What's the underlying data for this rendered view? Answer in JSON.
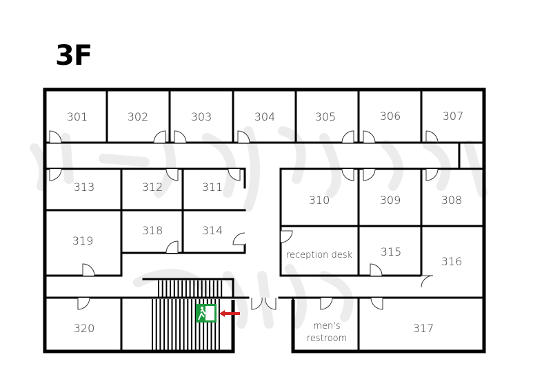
{
  "floor": {
    "title": "3F"
  },
  "rooms": [
    {
      "id": "301",
      "label": "301"
    },
    {
      "id": "302",
      "label": "302"
    },
    {
      "id": "303",
      "label": "303"
    },
    {
      "id": "304",
      "label": "304"
    },
    {
      "id": "305",
      "label": "305"
    },
    {
      "id": "306",
      "label": "306"
    },
    {
      "id": "307",
      "label": "307"
    },
    {
      "id": "308",
      "label": "308"
    },
    {
      "id": "309",
      "label": "309"
    },
    {
      "id": "310",
      "label": "310"
    },
    {
      "id": "311",
      "label": "311"
    },
    {
      "id": "312",
      "label": "312"
    },
    {
      "id": "313",
      "label": "313"
    },
    {
      "id": "314",
      "label": "314"
    },
    {
      "id": "315",
      "label": "315"
    },
    {
      "id": "316",
      "label": "316"
    },
    {
      "id": "317",
      "label": "317"
    },
    {
      "id": "318",
      "label": "318"
    },
    {
      "id": "319",
      "label": "319"
    },
    {
      "id": "320",
      "label": "320"
    }
  ],
  "special_rooms": {
    "reception": "reception desk",
    "restroom_line1": "men's",
    "restroom_line2": "restroom"
  },
  "exit": {
    "icon": "emergency-exit-icon",
    "sign_color": "#1a9a3c",
    "arrow_color": "#d42020"
  }
}
